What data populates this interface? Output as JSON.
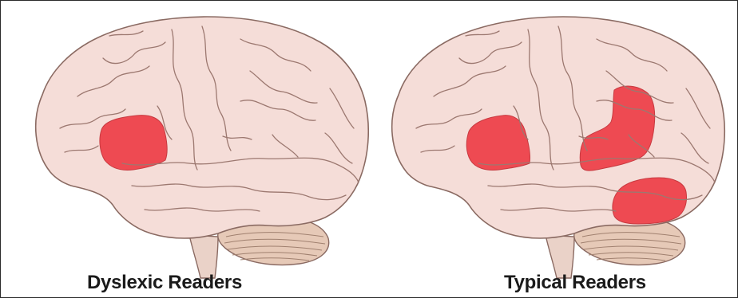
{
  "panels": [
    {
      "caption": "Dyslexic Readers",
      "highlighted_regions": [
        "frontal"
      ]
    },
    {
      "caption": "Typical Readers",
      "highlighted_regions": [
        "frontal",
        "parietal-temporal",
        "occipital-temporal"
      ]
    }
  ],
  "colors": {
    "brain_fill": "#f5ddd8",
    "brain_outline": "#8a6a62",
    "sulci": "#9c7870",
    "cerebellum_fill": "#e6c9b7",
    "cerebellum_lines": "#a0806f",
    "highlight": "#ee4a52",
    "frame_border": "#2a2a2a",
    "caption_text": "#1a1a1a"
  }
}
